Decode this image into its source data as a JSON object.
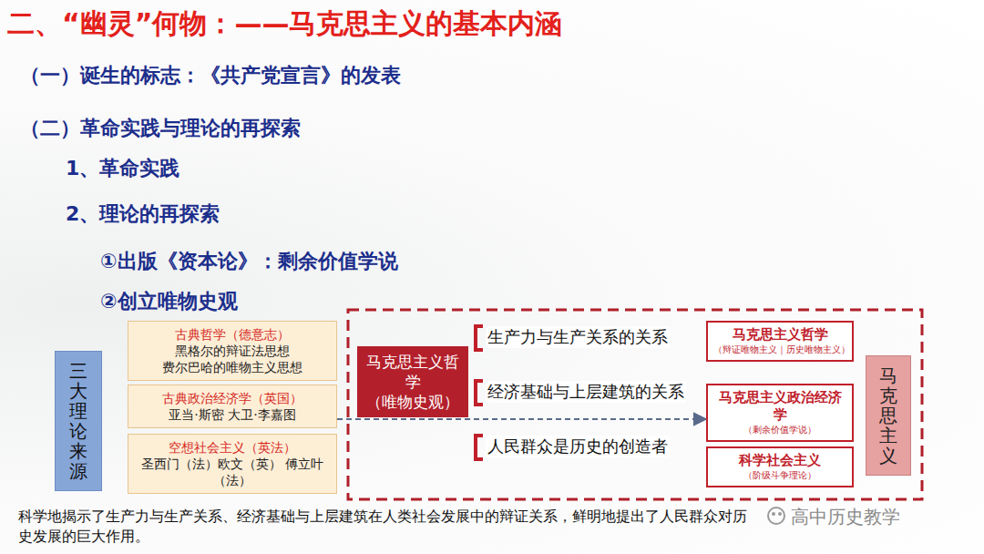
{
  "diagram": {
    "title": "二、“幽灵”何物：——马克思主义的基本内涵",
    "nodes": [
      {
        "text": [
          "三大理论来源"
        ]
      },
      {
        "text": [
          "古典哲学（德意志）",
          "黑格尔的辩证法思想 费尔巴哈的唯物主义思想"
        ]
      },
      {
        "text": [
          "古典政治经济学（英国）",
          "亚当·斯密 大卫·李嘉图"
        ]
      },
      {
        "text": [
          "空想社会主义（英法）",
          "圣西门（法）欧文（英） 傅立叶（法）"
        ]
      },
      {
        "text": [
          "马克思主义哲学",
          "（唯物史观）"
        ]
      },
      {
        "text": [
          "马克思主义哲学",
          "（辩证唯物主义｜历史唯物主义）"
        ]
      },
      {
        "text": [
          "马克思主义政治经济学",
          "（剩余价值学说）"
        ]
      },
      {
        "text": [
          "科学社会主义",
          "（阶级斗争理论）"
        ]
      },
      {
        "text": [
          "马克思主义"
        ]
      }
    ],
    "edges": [
      {
        "from": 2,
        "to": 6,
        "arrow": "to"
      }
    ],
    "labels": [
      "（一）诞生的标志：《共产党宣言》的发表",
      "（二）革命实践与理论的再探索",
      "1、革命实践",
      "2、理论的再探索",
      "①出版《资本论》：剩余价值学说",
      "②创立唯物史观",
      "生产力与生产关系的关系",
      "经济基础与上层建筑的关系",
      "人民群众是历史的创造者",
      "科学地揭示了生产力与生产关系、经济基础与上层建筑在人类社会发展中的辩证关系，鲜明地提出了人民群众对历史发展的巨大作用。",
      "高中历史教学"
    ]
  }
}
